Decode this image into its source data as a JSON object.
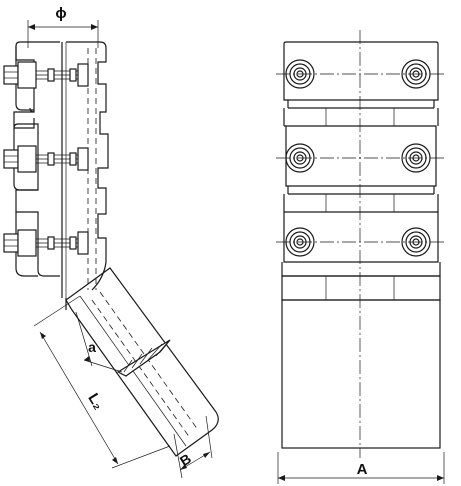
{
  "labels": {
    "phi": "ϕ",
    "a": "a",
    "L2": "L₂",
    "B": "B",
    "A": "A"
  },
  "colors": {
    "line": "#1a1a1a",
    "background": "#ffffff"
  },
  "bolts_per_view": 3
}
